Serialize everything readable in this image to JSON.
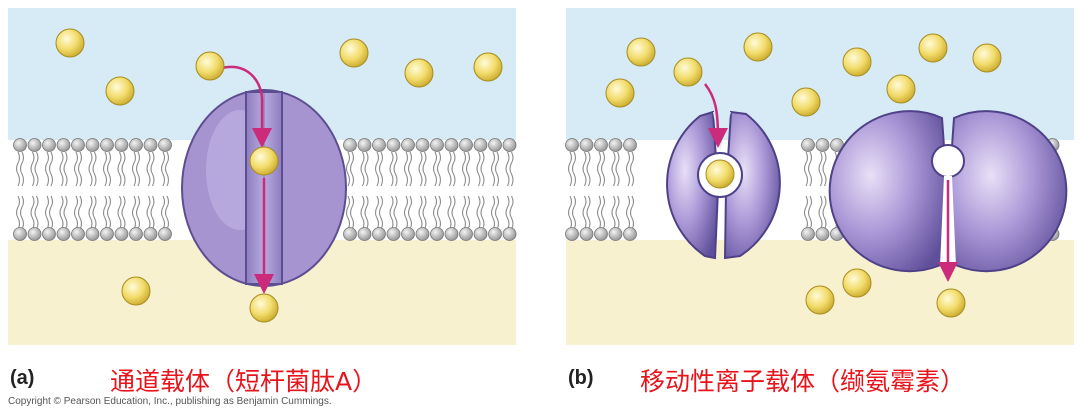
{
  "panels": [
    {
      "label": "(a)",
      "caption": "通道载体（短杆菌肽A）"
    },
    {
      "label": "(b)",
      "caption": "移动性离子载体（缬氨霉素）"
    }
  ],
  "copyright": "Copyright © Pearson Education, Inc., publishing as Benjamin Cummings.",
  "colors": {
    "outside": "#d6ebf5",
    "inside": "#f8f1cf",
    "lipid_head": "#aaaaaa",
    "protein": "#a694d0",
    "ion": "#f2dc6b",
    "arrow": "#cc2a7a",
    "caption": "#e8141c"
  }
}
